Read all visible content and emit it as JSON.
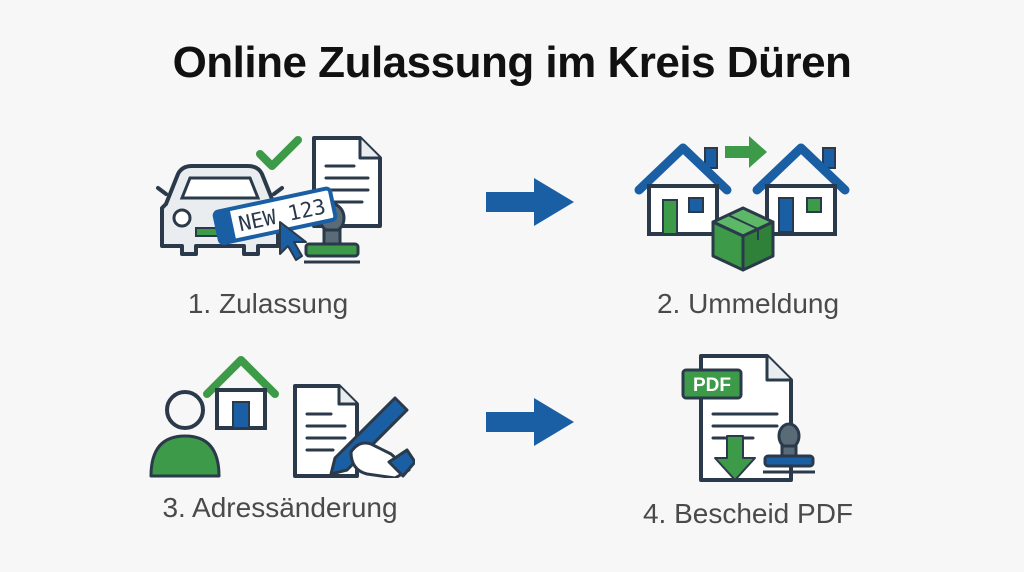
{
  "title": "Online Zulassung im Kreis Düren",
  "colors": {
    "blue": "#1a5fa3",
    "green": "#3d9a48",
    "outline": "#2b3a4a",
    "light": "#e9edf0"
  },
  "steps": [
    {
      "label": "1. Zulassung",
      "icons": [
        "car-icon",
        "license-plate-icon",
        "checkmark-icon",
        "document-icon",
        "stamp-icon",
        "cursor-icon"
      ],
      "plate_text": "NEW 123"
    },
    {
      "label": "2. Ummeldung",
      "icons": [
        "house-icon",
        "house-icon",
        "arrow-right-icon",
        "box-icon"
      ]
    },
    {
      "label": "3. Adressänderung",
      "icons": [
        "person-icon",
        "house-icon",
        "document-icon",
        "pen-hand-icon"
      ]
    },
    {
      "label": "4. Bescheid PDF",
      "icons": [
        "pdf-document-icon",
        "download-arrow-icon",
        "stamp-icon"
      ],
      "pdf_badge": "PDF"
    }
  ],
  "connectors": [
    "arrow-right-icon",
    "arrow-right-icon"
  ]
}
